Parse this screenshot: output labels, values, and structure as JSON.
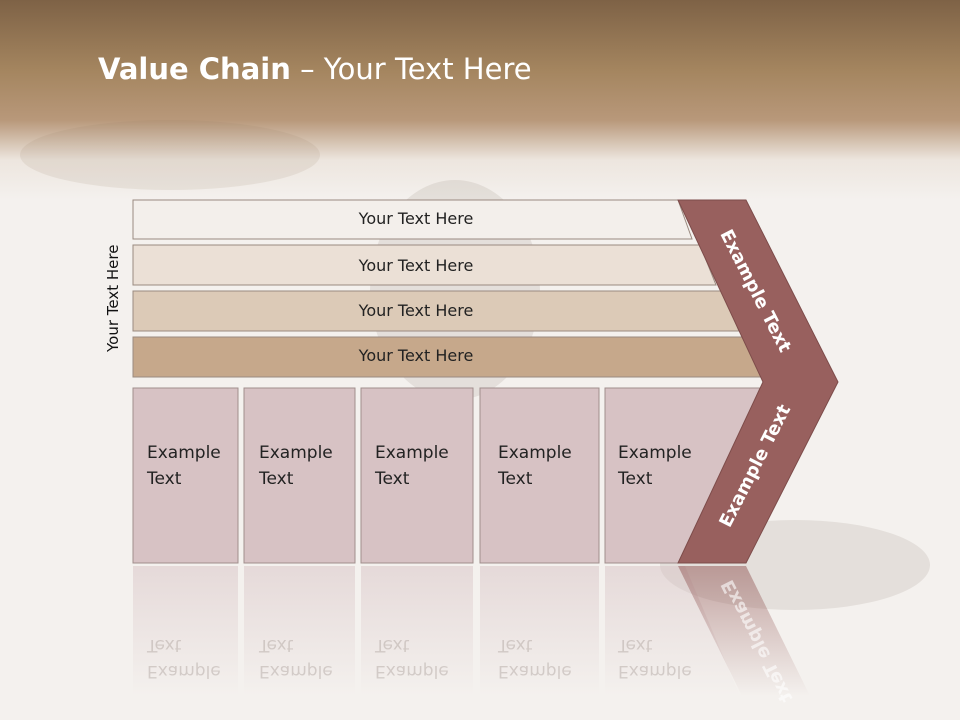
{
  "slide": {
    "title_bold": "Value Chain",
    "title_rest": " – Your Text Here",
    "side_label": "Your Text Here"
  },
  "rows": [
    {
      "label": "Your Text Here",
      "color": "#f3efeb"
    },
    {
      "label": "Your Text Here",
      "color": "#ebe0d6"
    },
    {
      "label": "Your Text Here",
      "color": "#dccab7"
    },
    {
      "label": "Your Text Here",
      "color": "#c6a88b"
    }
  ],
  "boxes": [
    {
      "line1": "Example",
      "line2": "Text"
    },
    {
      "line1": "Example",
      "line2": "Text"
    },
    {
      "line1": "Example",
      "line2": "Text"
    },
    {
      "line1": "Example",
      "line2": "Text"
    },
    {
      "line1": "Example",
      "line2": "Text"
    }
  ],
  "chevron": {
    "upper_label": "Example Text",
    "lower_label": "Example Text",
    "color": "#98605e"
  },
  "colors": {
    "box_fill": "#d7c2c4",
    "box_stroke": "#a18e8c"
  }
}
